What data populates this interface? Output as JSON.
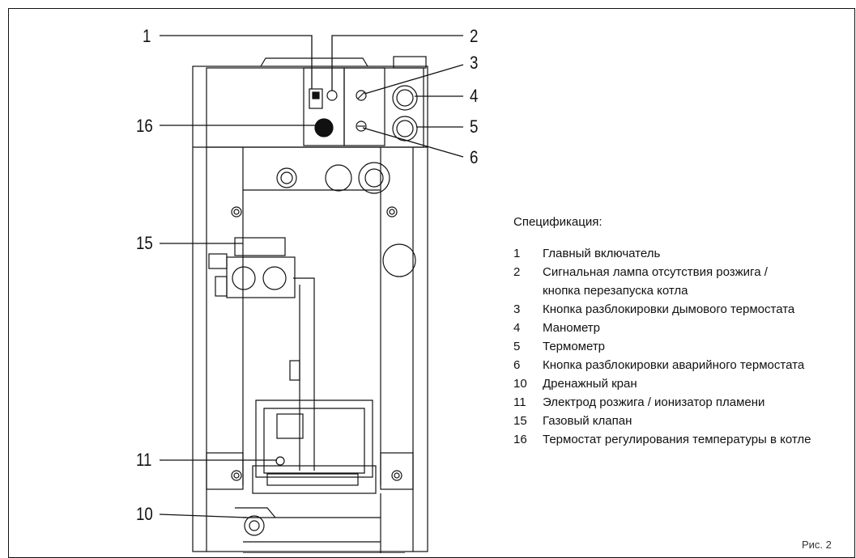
{
  "callouts": {
    "c1": "1",
    "c2": "2",
    "c3": "3",
    "c4": "4",
    "c5": "5",
    "c6": "6",
    "c10": "10",
    "c11": "11",
    "c15": "15",
    "c16": "16"
  },
  "specification": {
    "title": "Спецификация:",
    "items": [
      {
        "num": "1",
        "text": "Главный включатель"
      },
      {
        "num": "2",
        "text": "Сигнальная лампа отсутствия розжига /",
        "cont": "кнопка перезапуска котла"
      },
      {
        "num": "3",
        "text": "Кнопка разблокировки дымового термостата"
      },
      {
        "num": "4",
        "text": "Манометр"
      },
      {
        "num": "5",
        "text": "Термометр"
      },
      {
        "num": "6",
        "text": "Кнопка разблокировки аварийного термостата"
      },
      {
        "num": "10",
        "text": "Дренажный кран"
      },
      {
        "num": "11",
        "text": "Электрод розжига / ионизатор пламени"
      },
      {
        "num": "15",
        "text": "Газовый клапан"
      },
      {
        "num": "16",
        "text": "Термостат регулирования температуры в котле"
      }
    ]
  },
  "page_mark": "Рис. 2"
}
